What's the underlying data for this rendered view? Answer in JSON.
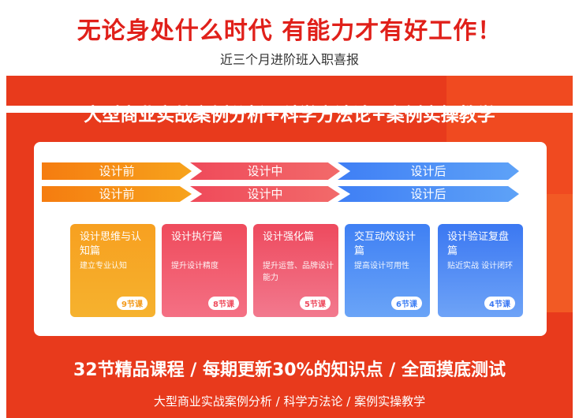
{
  "header": {
    "title": "无论身处什么时代  有能力才有好工作！",
    "subtitle": "近三个月进阶班入职喜报"
  },
  "panel": {
    "title": "大型商业实战案例分析+科学方法论+案例实操教学",
    "phases": [
      "设计前",
      "设计中",
      "设计后"
    ],
    "modules": [
      {
        "title": "设计思维与认知篇",
        "desc": "建立专业认知",
        "badge": "9节课"
      },
      {
        "title": "设计执行篇",
        "desc": "提升设计精度",
        "badge": "8节课"
      },
      {
        "title": "设计强化篇",
        "desc": "提升运营、品牌设计能力",
        "badge": "5节课"
      },
      {
        "title": "交互动效设计篇",
        "desc": "提高设计可用性",
        "badge": "6节课"
      },
      {
        "title": "设计验证复盘篇",
        "desc": "贴近实战  设计闭环",
        "badge": "4节课"
      }
    ]
  },
  "footer": {
    "title": "32节精品课程 / 每期更新30%的知识点 / 全面摸底测试",
    "subtitle": "大型商业实战案例分析 / 科学方法论 / 案例实操教学"
  },
  "colors": {
    "title_red": "#e0201a",
    "panel_red": "#e83a1c",
    "orange": "#f7a020",
    "pink": "#ef4b5c",
    "blue": "#3f80f4"
  }
}
